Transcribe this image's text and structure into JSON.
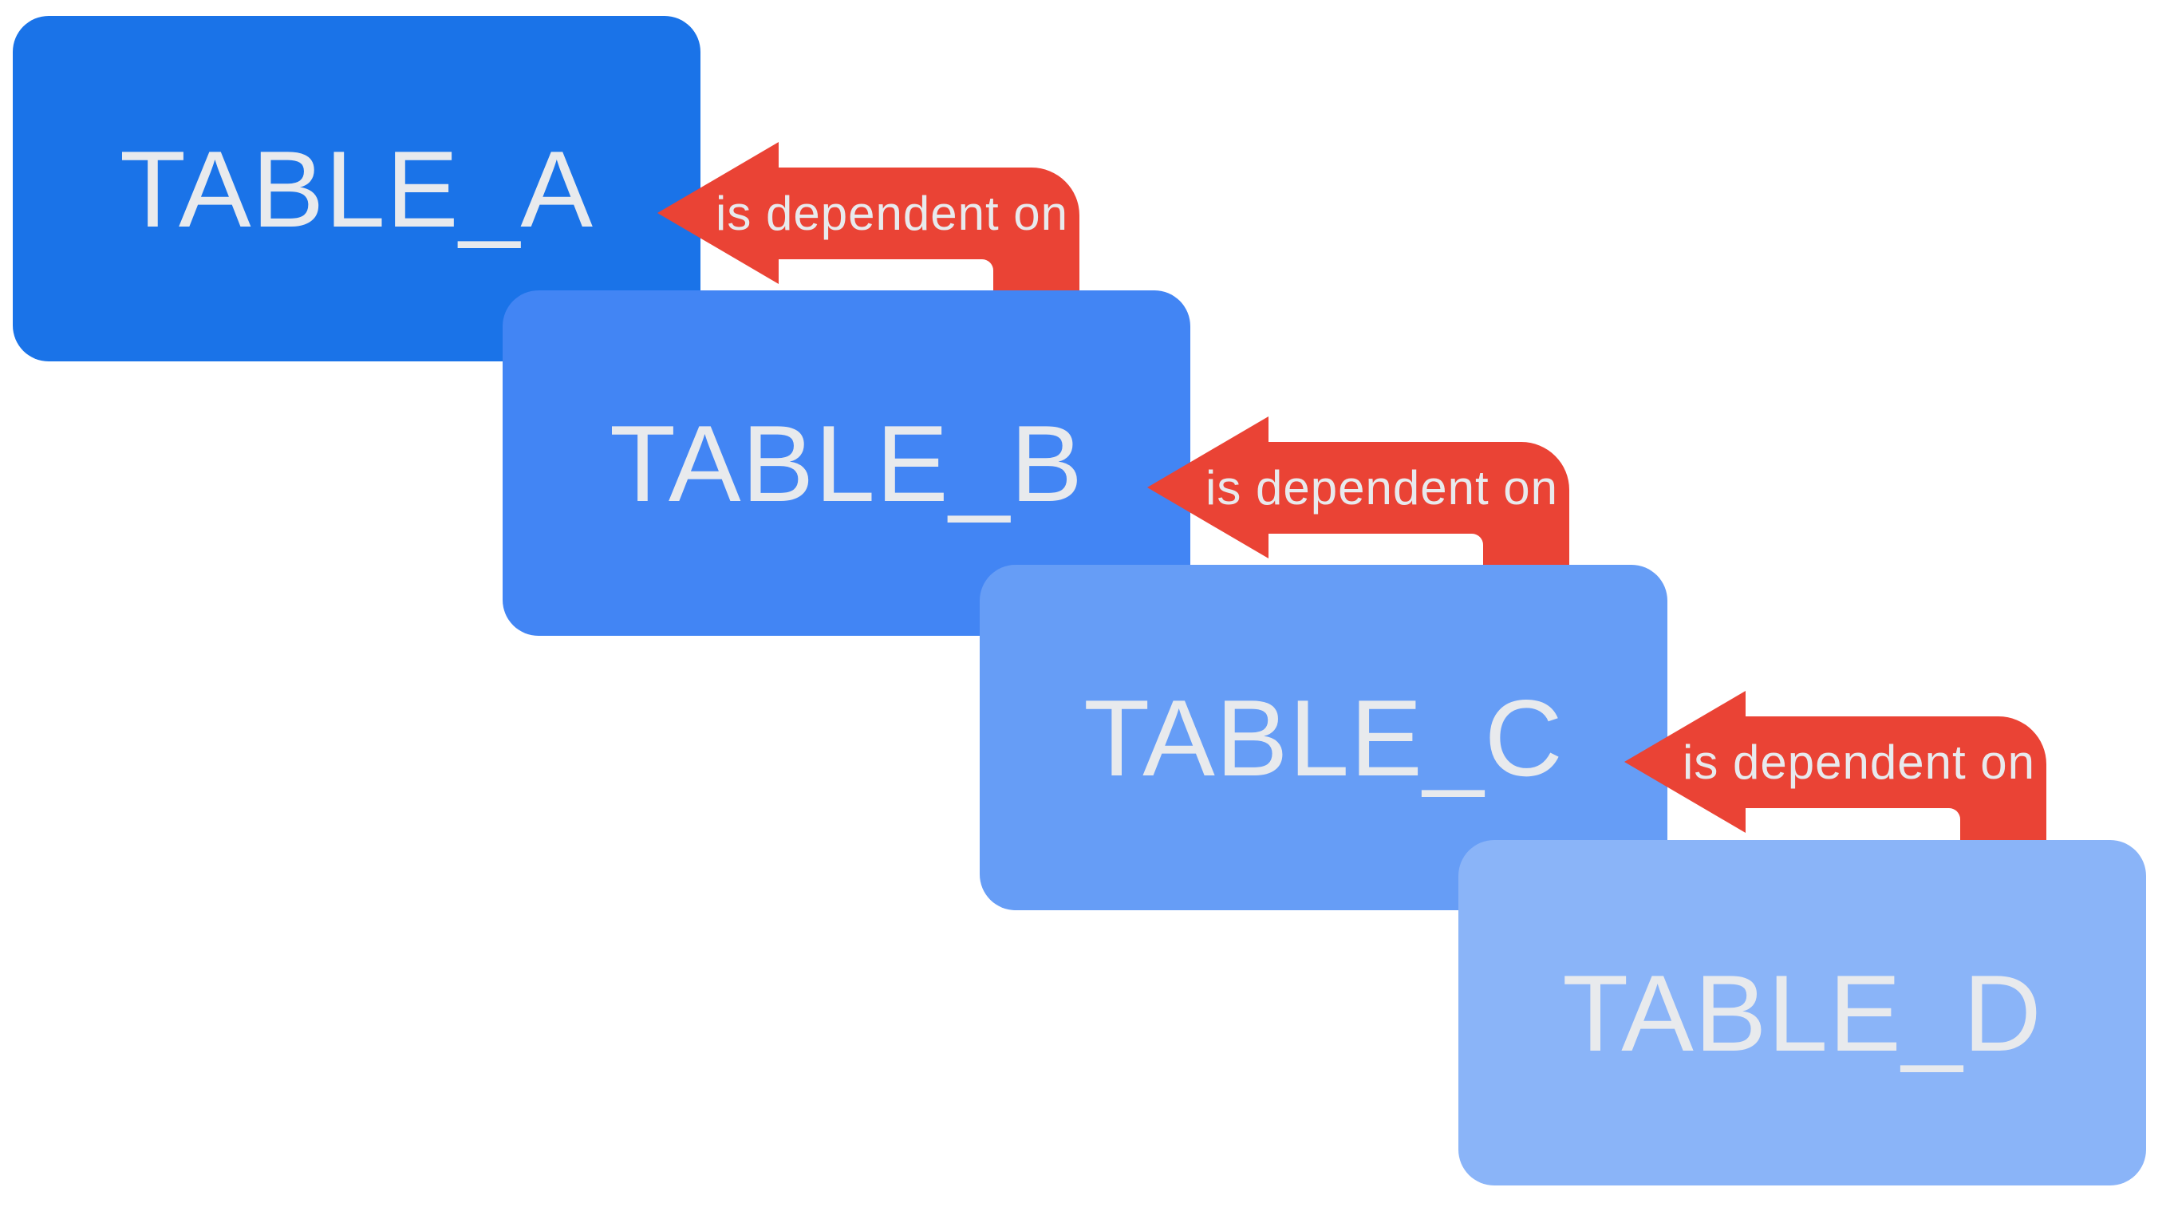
{
  "diagram": {
    "description": "table dependency chain"
  },
  "nodes": [
    {
      "label": "TABLE_A",
      "color": "#1A73E8"
    },
    {
      "label": "TABLE_B",
      "color": "#4285F4"
    },
    {
      "label": "TABLE_C",
      "color": "#669DF6"
    },
    {
      "label": "TABLE_D",
      "color": "#8AB4F8"
    }
  ],
  "arrows": [
    {
      "label": "is dependent on",
      "direction": "left",
      "from": "TABLE_B",
      "to": "TABLE_A"
    },
    {
      "label": "is dependent on",
      "direction": "left",
      "from": "TABLE_C",
      "to": "TABLE_B"
    },
    {
      "label": "is dependent on",
      "direction": "left",
      "from": "TABLE_D",
      "to": "TABLE_C"
    }
  ],
  "colors": {
    "arrow": "#EA4335",
    "text": "#E8EAED",
    "background": "#FFFFFF"
  }
}
